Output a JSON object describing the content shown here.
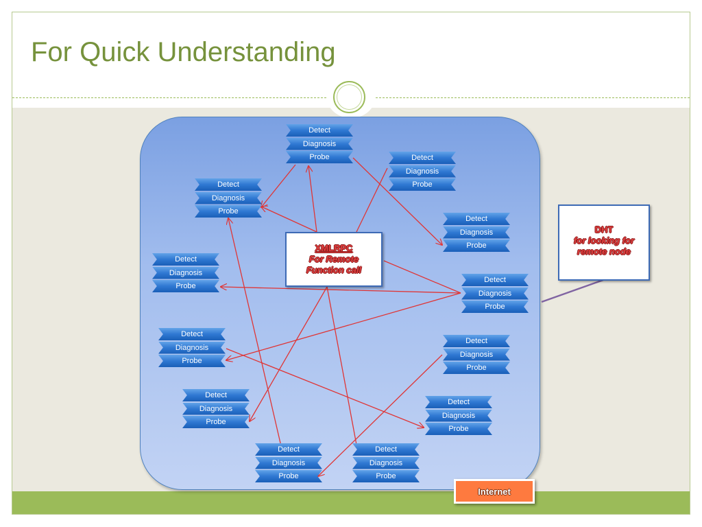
{
  "slide": {
    "title": "For Quick Understanding"
  },
  "node_labels": {
    "detect": "Detect",
    "diagnosis": "Diagnosis",
    "probe": "Probe"
  },
  "nodes": [
    {
      "id": "n1"
    },
    {
      "id": "n2"
    },
    {
      "id": "n3"
    },
    {
      "id": "n4"
    },
    {
      "id": "n5"
    },
    {
      "id": "n6"
    },
    {
      "id": "n7"
    },
    {
      "id": "n8"
    },
    {
      "id": "n9"
    },
    {
      "id": "n10"
    },
    {
      "id": "n11"
    },
    {
      "id": "n12"
    },
    {
      "id": "n13"
    }
  ],
  "center_box": {
    "line1": "XMLRPC",
    "line2": "For Remote",
    "line3": "Function call"
  },
  "dht_box": {
    "line1": "DHT",
    "line2": "for looking for",
    "line3": "remote node"
  },
  "cloud_label": "Internet",
  "colors": {
    "title": "#76923c",
    "accent_green": "#9bbb59",
    "link_red": "#e03535",
    "node_blue": "#2f78d2",
    "callout_orange": "#fe7a3f",
    "dht_connector": "#8064a2"
  }
}
